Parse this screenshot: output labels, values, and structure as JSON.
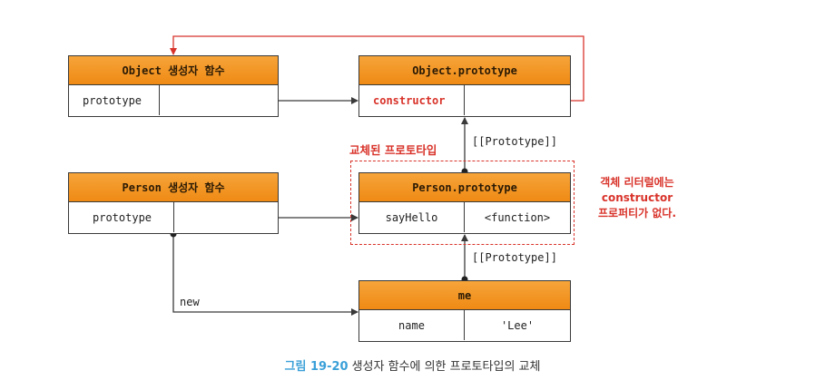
{
  "object_ctor": {
    "title": "Object 생성자 함수",
    "prop": "prototype"
  },
  "object_proto": {
    "title": "Object.prototype",
    "prop": "constructor"
  },
  "person_ctor": {
    "title": "Person 생성자 함수",
    "prop": "prototype"
  },
  "person_proto": {
    "title": "Person.prototype",
    "prop": "sayHello",
    "value": "<function>"
  },
  "me": {
    "title": "me",
    "prop": "name",
    "value": "'Lee'"
  },
  "labels": {
    "proto_link_top": "[[Prototype]]",
    "proto_link_bottom": "[[Prototype]]",
    "new": "new",
    "replaced": "교체된 프로토타입",
    "note_lines": [
      "객체 리터럴에는",
      "constructor",
      "프로퍼티가 없다."
    ]
  },
  "caption": {
    "number": "그림 19-20",
    "text": "생성자 함수에 의한 프로토타입의 교체"
  },
  "colors": {
    "header": "#ef8a14",
    "accent": "#d8332a",
    "caption_number": "#3aa0d8"
  }
}
